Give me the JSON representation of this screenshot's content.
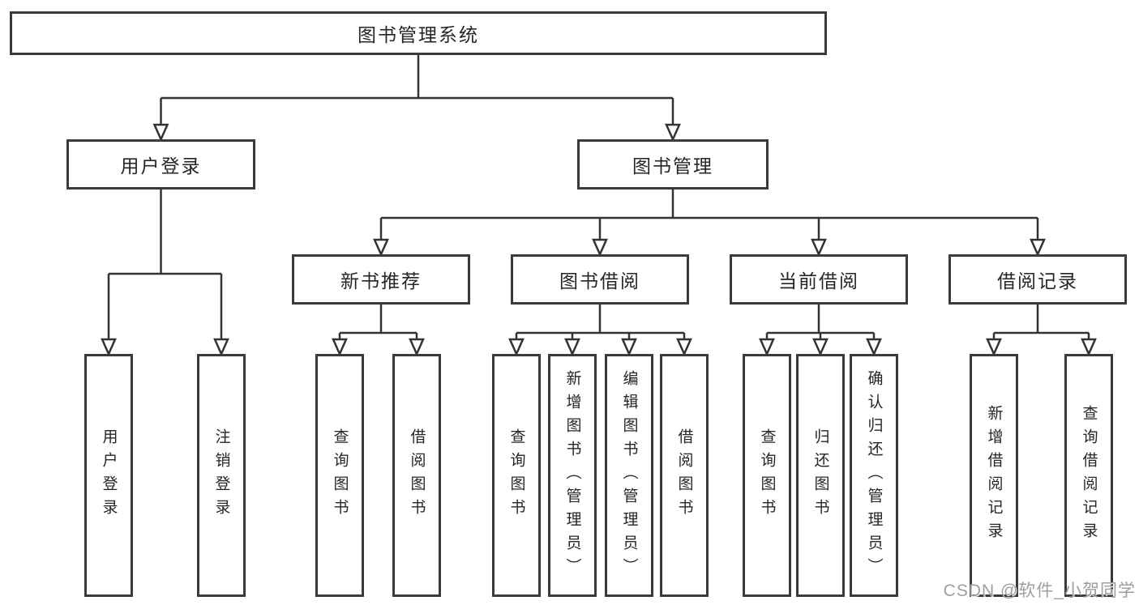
{
  "colors": {
    "box_border": "#3b3b3b",
    "connector": "#333333",
    "arrowhead": "#2d2d2d",
    "text": "#262626",
    "watermark": "#9e9e9e",
    "background": "#ffffff"
  },
  "diagram": {
    "root": {
      "label": "图书管理系统"
    },
    "login_branch": {
      "label": "用户登录",
      "leaves": [
        {
          "label": "用户登录"
        },
        {
          "label": "注销登录"
        }
      ]
    },
    "mgmt_branch": {
      "label": "图书管理",
      "groups": [
        {
          "label": "新书推荐",
          "leaves": [
            {
              "label": "查询图书"
            },
            {
              "label": "借阅图书"
            }
          ]
        },
        {
          "label": "图书借阅",
          "leaves": [
            {
              "label": "查询图书"
            },
            {
              "label": "新增图书（管理员）"
            },
            {
              "label": "编辑图书（管理员）"
            },
            {
              "label": "借阅图书"
            }
          ]
        },
        {
          "label": "当前借阅",
          "leaves": [
            {
              "label": "查询图书"
            },
            {
              "label": "归还图书"
            },
            {
              "label": "确认归还（管理员）"
            }
          ]
        },
        {
          "label": "借阅记录",
          "leaves": [
            {
              "label": "新增借阅记录"
            },
            {
              "label": "查询借阅记录"
            }
          ]
        }
      ]
    }
  },
  "watermark": {
    "text": "CSDN @软件_小贺同学"
  }
}
